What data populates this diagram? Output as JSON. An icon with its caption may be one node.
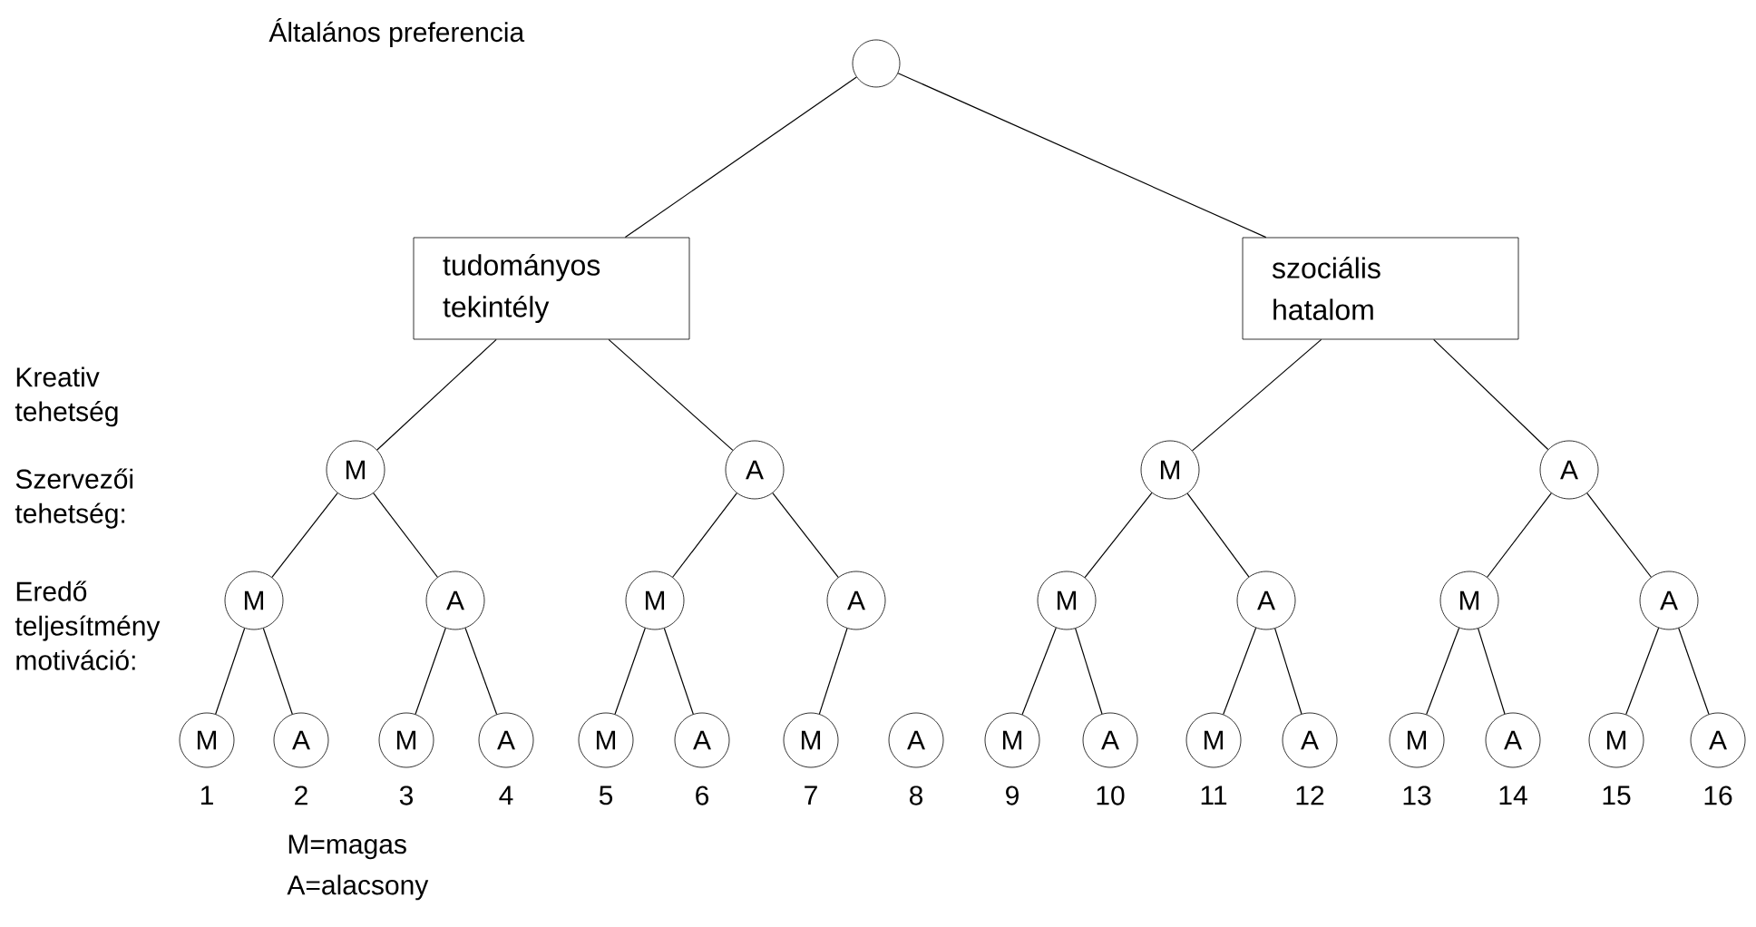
{
  "diagram": {
    "title": "Általános preferencia",
    "nodes": [
      {
        "text": [],
        "shape": "circle"
      },
      {
        "text": [
          "tudományos tekintély"
        ]
      },
      {
        "text": [
          "szociális hatalom"
        ]
      },
      {
        "text": [
          "M"
        ]
      },
      {
        "text": [
          "A"
        ]
      },
      {
        "text": [
          "M"
        ]
      },
      {
        "text": [
          "A"
        ]
      },
      {
        "text": [
          "M"
        ]
      },
      {
        "text": [
          "A"
        ]
      },
      {
        "text": [
          "M"
        ]
      },
      {
        "text": [
          "A"
        ]
      },
      {
        "text": [
          "M"
        ]
      },
      {
        "text": [
          "A"
        ]
      },
      {
        "text": [
          "M"
        ]
      },
      {
        "text": [
          "A"
        ]
      },
      {
        "text": [
          "M"
        ],
        "beside": [
          "1"
        ]
      },
      {
        "text": [
          "A"
        ],
        "beside": [
          "2"
        ]
      },
      {
        "text": [
          "M"
        ],
        "beside": [
          "3"
        ]
      },
      {
        "text": [
          "A"
        ],
        "beside": [
          "4"
        ]
      },
      {
        "text": [
          "M"
        ],
        "beside": [
          "5"
        ]
      },
      {
        "text": [
          "A"
        ],
        "beside": [
          "6"
        ]
      },
      {
        "text": [
          "M"
        ],
        "beside": [
          "7"
        ]
      },
      {
        "text": [
          "A"
        ],
        "beside": [
          "8"
        ]
      },
      {
        "text": [
          "M"
        ],
        "beside": [
          "9"
        ]
      },
      {
        "text": [
          "A"
        ],
        "beside": [
          "10"
        ]
      },
      {
        "text": [
          "M"
        ],
        "beside": [
          "11"
        ]
      },
      {
        "text": [
          "A"
        ],
        "beside": [
          "12"
        ]
      },
      {
        "text": [
          "M"
        ],
        "beside": [
          "13"
        ]
      },
      {
        "text": [
          "A"
        ],
        "beside": [
          "14"
        ]
      },
      {
        "text": [
          "M"
        ],
        "beside": [
          "15"
        ]
      },
      {
        "text": [
          "A"
        ],
        "beside": [
          "16"
        ]
      }
    ],
    "edges": [
      {
        "from": 0,
        "to": 1,
        "arrow": "none"
      },
      {
        "from": 0,
        "to": 2,
        "arrow": "none"
      },
      {
        "from": 1,
        "to": 3,
        "arrow": "none"
      },
      {
        "from": 1,
        "to": 4,
        "arrow": "none"
      },
      {
        "from": 2,
        "to": 5,
        "arrow": "none"
      },
      {
        "from": 2,
        "to": 6,
        "arrow": "none"
      },
      {
        "from": 3,
        "to": 7,
        "arrow": "none"
      },
      {
        "from": 3,
        "to": 8,
        "arrow": "none"
      },
      {
        "from": 4,
        "to": 9,
        "arrow": "none"
      },
      {
        "from": 4,
        "to": 10,
        "arrow": "none"
      },
      {
        "from": 5,
        "to": 11,
        "arrow": "none"
      },
      {
        "from": 5,
        "to": 12,
        "arrow": "none"
      },
      {
        "from": 6,
        "to": 13,
        "arrow": "none"
      },
      {
        "from": 6,
        "to": 14,
        "arrow": "none"
      },
      {
        "from": 7,
        "to": 15,
        "arrow": "none"
      },
      {
        "from": 7,
        "to": 16,
        "arrow": "none"
      },
      {
        "from": 8,
        "to": 17,
        "arrow": "none"
      },
      {
        "from": 8,
        "to": 18,
        "arrow": "none"
      },
      {
        "from": 9,
        "to": 19,
        "arrow": "none"
      },
      {
        "from": 9,
        "to": 20,
        "arrow": "none"
      },
      {
        "from": 10,
        "to": 21,
        "arrow": "none"
      },
      {
        "from": 11,
        "to": 23,
        "arrow": "none"
      },
      {
        "from": 11,
        "to": 24,
        "arrow": "none"
      },
      {
        "from": 12,
        "to": 25,
        "arrow": "none"
      },
      {
        "from": 12,
        "to": 26,
        "arrow": "none"
      },
      {
        "from": 13,
        "to": 27,
        "arrow": "none"
      },
      {
        "from": 13,
        "to": 28,
        "arrow": "none"
      },
      {
        "from": 14,
        "to": 29,
        "arrow": "none"
      },
      {
        "from": 14,
        "to": 30,
        "arrow": "none"
      }
    ],
    "labels": [
      "Kreativ tehetség",
      "Szervezői tehetség:",
      "Eredő teljesítmény motiváció:",
      "M=magas",
      "A=alacsony"
    ]
  }
}
